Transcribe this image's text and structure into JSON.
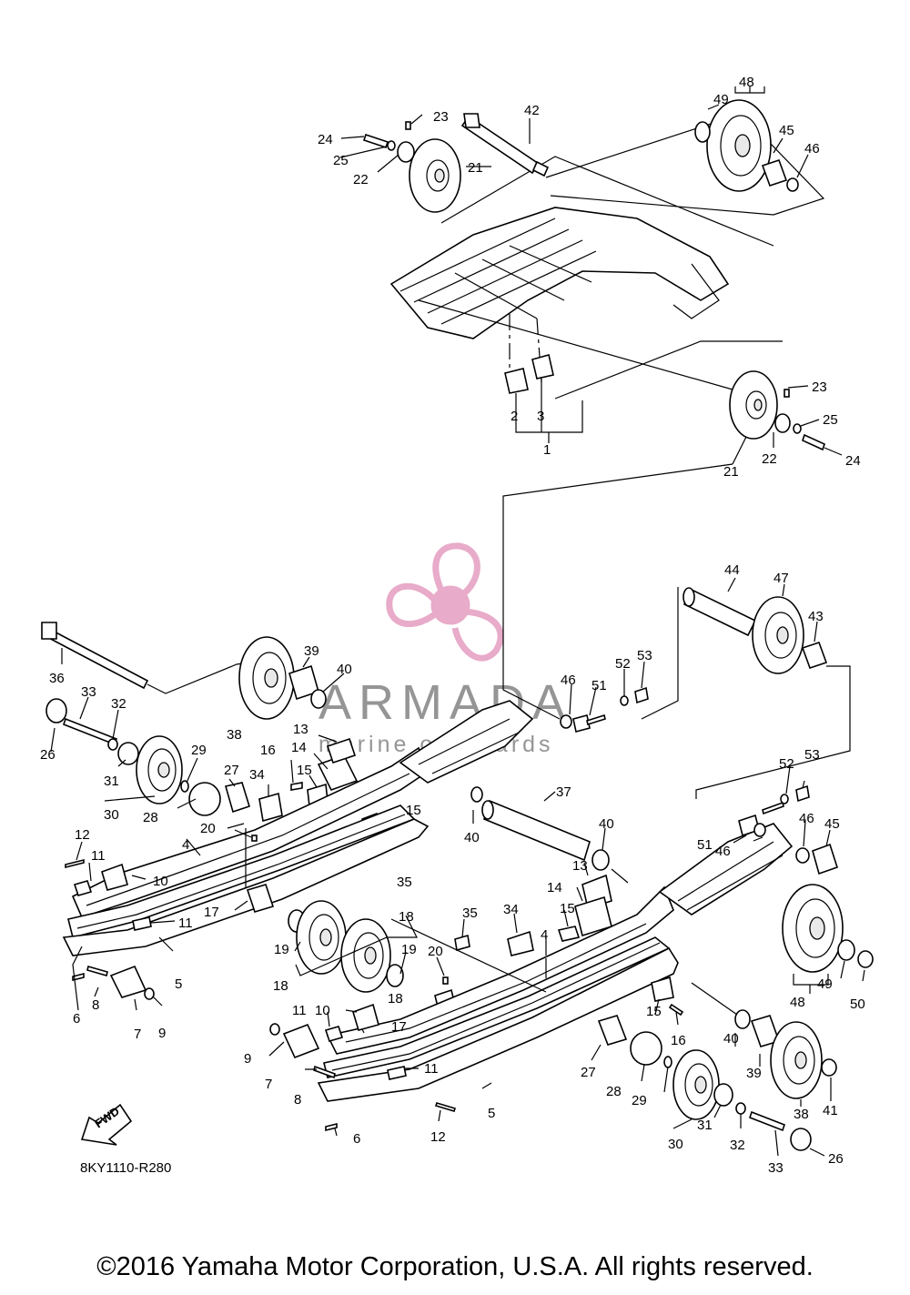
{
  "diagram_code": "8KY1110-R280",
  "fwd_label": "FWD",
  "watermark": {
    "brand": "ARMADA",
    "tagline": "marine outboards",
    "accent_color": "#e6a3c4"
  },
  "copyright": "©2016 Yamaha Motor Corporation, U.S.A. All rights reserved.",
  "callouts": [
    "1",
    "2",
    "3",
    "4",
    "4",
    "5",
    "5",
    "6",
    "6",
    "7",
    "7",
    "8",
    "8",
    "9",
    "9",
    "10",
    "10",
    "11",
    "11",
    "11",
    "11",
    "12",
    "12",
    "13",
    "13",
    "14",
    "14",
    "15",
    "15",
    "15",
    "15",
    "16",
    "16",
    "17",
    "17",
    "18",
    "18",
    "18",
    "19",
    "19",
    "20",
    "20",
    "21",
    "21",
    "22",
    "22",
    "23",
    "23",
    "24",
    "24",
    "25",
    "25",
    "26",
    "26",
    "27",
    "27",
    "28",
    "28",
    "29",
    "29",
    "30",
    "30",
    "31",
    "31",
    "32",
    "32",
    "33",
    "33",
    "34",
    "34",
    "35",
    "35",
    "36",
    "37",
    "38",
    "38",
    "39",
    "39",
    "40",
    "40",
    "40",
    "40",
    "41",
    "42",
    "43",
    "44",
    "45",
    "45",
    "46",
    "46",
    "46",
    "46",
    "47",
    "48",
    "48",
    "49",
    "49",
    "50",
    "51",
    "51",
    "52",
    "52",
    "53",
    "53"
  ]
}
